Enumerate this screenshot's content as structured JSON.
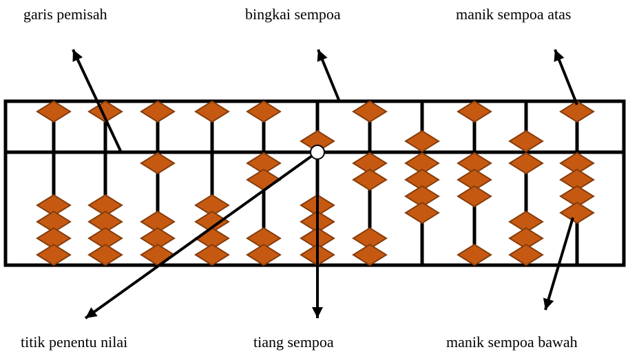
{
  "labels": {
    "separator": "garis pemisah",
    "frame": "bingkai sempoa",
    "upper_bead": "manik sempoa atas",
    "value_point": "titik penentu nilai",
    "rod": "tiang sempoa",
    "lower_bead": "manik sempoa bawah"
  },
  "colors": {
    "bead_fill": "#c65911",
    "bead_stroke": "#843c0c",
    "frame": "#000000",
    "background": "#ffffff"
  },
  "abacus": {
    "rods": 11,
    "rods_pattern_note": "",
    "rod_states": [
      {
        "upper_touching_bar": false,
        "lower_beads_up": 0
      },
      {
        "upper_touching_bar": false,
        "lower_beads_up": 0
      },
      {
        "upper_touching_bar": false,
        "lower_beads_up": 1
      },
      {
        "upper_touching_bar": false,
        "lower_beads_up": 0
      },
      {
        "upper_touching_bar": false,
        "lower_beads_up": 2
      },
      {
        "upper_touching_bar": true,
        "lower_beads_up": 0
      },
      {
        "upper_touching_bar": false,
        "lower_beads_up": 2
      },
      {
        "upper_touching_bar": true,
        "lower_beads_up": 4
      },
      {
        "upper_touching_bar": false,
        "lower_beads_up": 3
      },
      {
        "upper_touching_bar": true,
        "lower_beads_up": 1
      },
      {
        "upper_touching_bar": false,
        "lower_beads_up": 4
      }
    ]
  }
}
